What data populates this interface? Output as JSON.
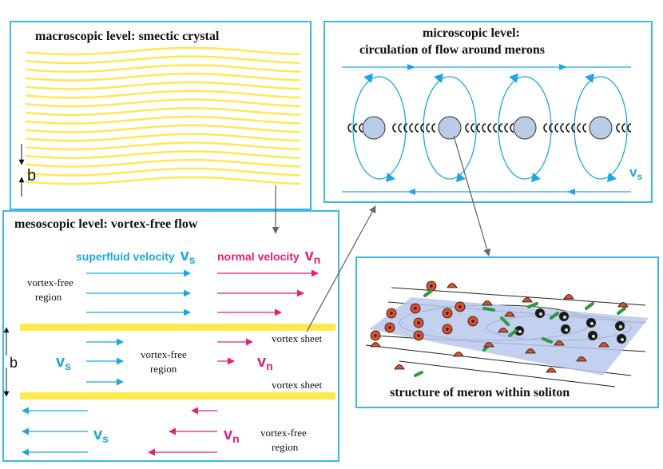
{
  "colors": {
    "panel_border": "#3cb8e6",
    "layer_yellow": "#ffe84a",
    "superfluid_cyan": "#1ea6e0",
    "normal_magenta": "#e0207a",
    "meron_fill": "#b9cbe6",
    "soliton_fill": "#b8c8ec",
    "spin_red": "#d9502a",
    "spin_black": "#1a1a1a",
    "spin_green": "#2e9a3c"
  },
  "panels": {
    "macroscopic": {
      "title": "macroscopic level: smectic crystal",
      "spacing_label": "b"
    },
    "microscopic": {
      "title_line1": "microscopic level:",
      "title_line2": "circulation of flow around merons",
      "velocity_symbol": "v",
      "velocity_subscript": "s"
    },
    "mesoscopic": {
      "title": "mesoscopic level: vortex-free flow",
      "superfluid_label": "superfluid velocity",
      "normal_label": "normal velocity",
      "velocity_symbol": "v",
      "superfluid_subscript": "s",
      "normal_subscript": "n",
      "region_top_line1": "vortex-free",
      "region_top_line2": "region",
      "region_mid_line1": "vortex-free",
      "region_mid_line2": "region",
      "region_bottom_line1": "vortex-free",
      "region_bottom_line2": "region",
      "sheet_top": "vortex sheet",
      "sheet_bottom": "vortex sheet",
      "spacing_label": "b"
    },
    "soliton": {
      "caption": "structure of meron within soliton"
    }
  }
}
